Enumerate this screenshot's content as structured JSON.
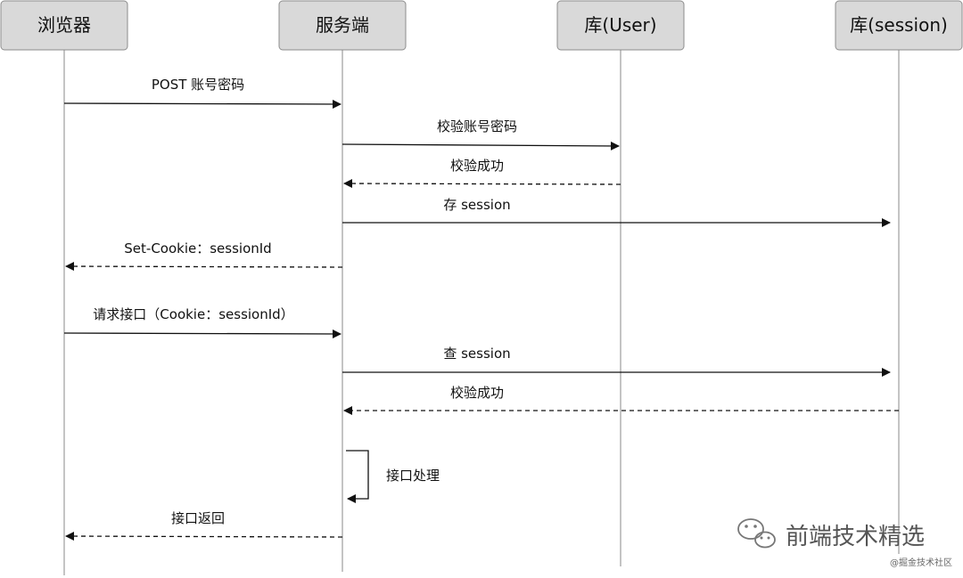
{
  "actors": [
    {
      "id": "browser",
      "label": "浏览器"
    },
    {
      "id": "server",
      "label": "服务端"
    },
    {
      "id": "db_user",
      "label": "库(User)"
    },
    {
      "id": "db_session",
      "label": "库(session)"
    }
  ],
  "messages": [
    {
      "from": "browser",
      "to": "server",
      "label": "POST 账号密码",
      "style": "solid"
    },
    {
      "from": "server",
      "to": "db_user",
      "label": "校验账号密码",
      "style": "solid"
    },
    {
      "from": "db_user",
      "to": "server",
      "label": "校验成功",
      "style": "dashed"
    },
    {
      "from": "server",
      "to": "db_session",
      "label": "存 session",
      "style": "solid"
    },
    {
      "from": "server",
      "to": "browser",
      "label": "Set-Cookie：sessionId",
      "style": "dashed"
    },
    {
      "from": "browser",
      "to": "server",
      "label": "请求接口（Cookie：sessionId）",
      "style": "solid"
    },
    {
      "from": "server",
      "to": "db_session",
      "label": "查 session",
      "style": "solid"
    },
    {
      "from": "db_session",
      "to": "server",
      "label": "校验成功",
      "style": "dashed"
    },
    {
      "from": "server",
      "to": "server",
      "label": "接口处理",
      "style": "self"
    },
    {
      "from": "server",
      "to": "browser",
      "label": "接口返回",
      "style": "dashed"
    }
  ],
  "watermark": {
    "title": "前端技术精选",
    "source": "@掘金技术社区",
    "icon": "wechat-icon"
  }
}
